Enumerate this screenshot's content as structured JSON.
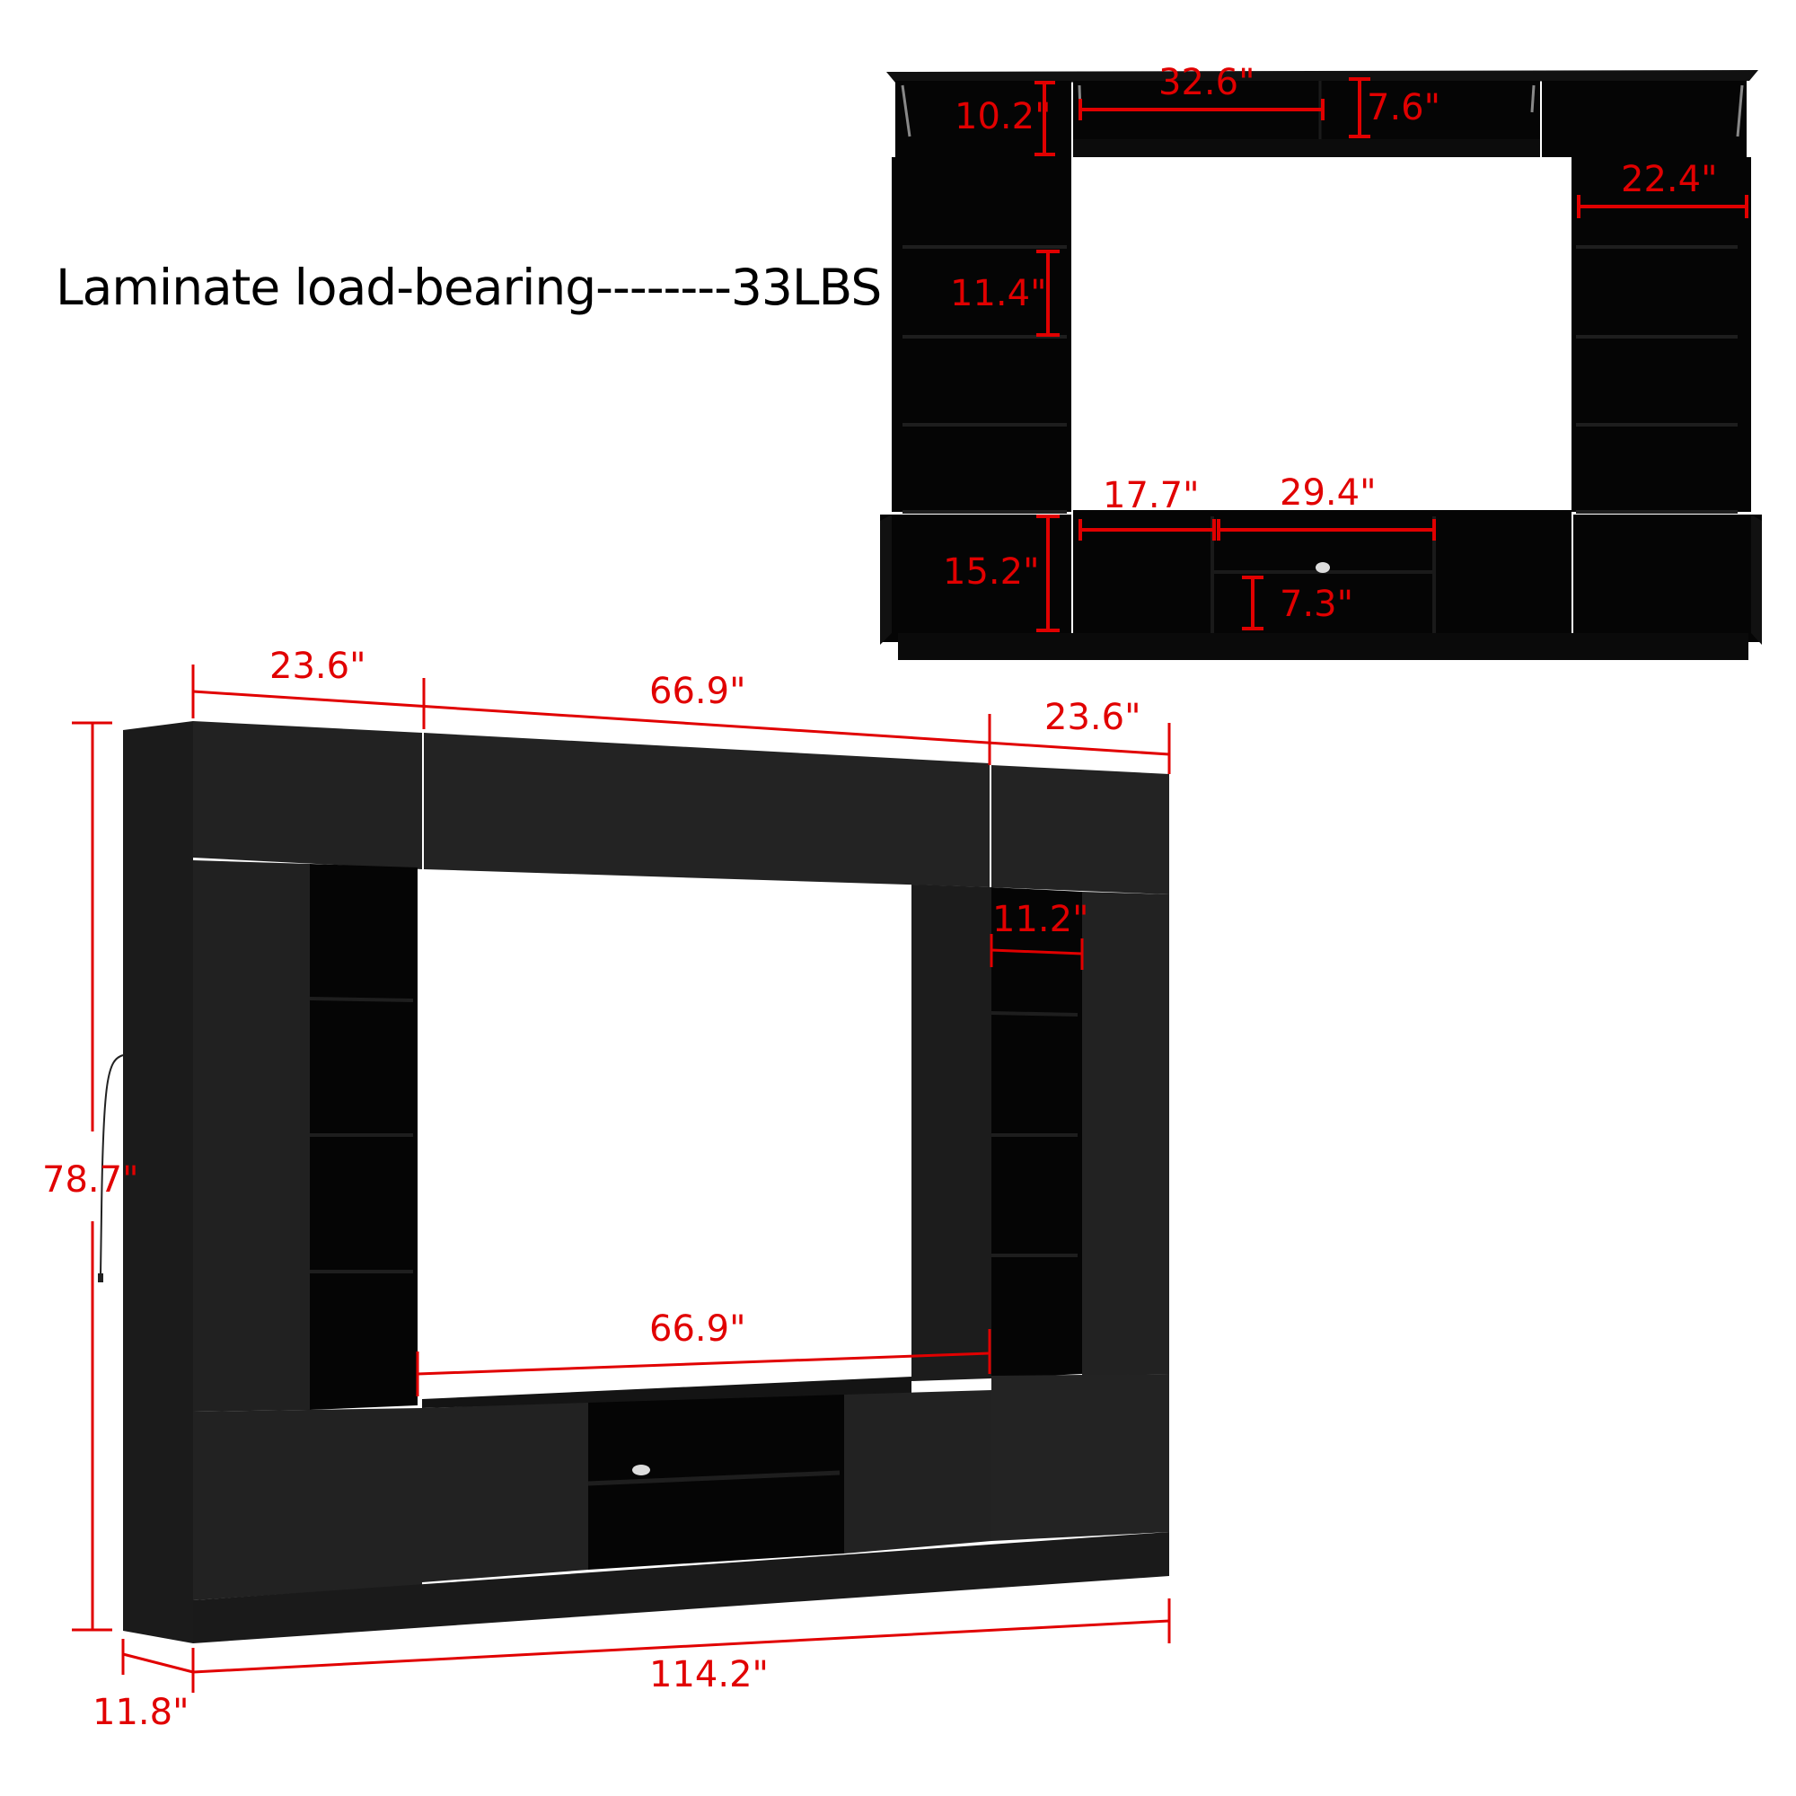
{
  "title": "Laminate load-bearing--------33LBS",
  "colors": {
    "dimension": "#e10000",
    "cabinet_front": "#222222",
    "cabinet_side": "#1a1a1a",
    "cabinet_interior": "#050505",
    "background": "#ffffff"
  },
  "interior_view": {
    "dimensions": {
      "top_cabinet_height": "10.2\"",
      "top_center_width": "32.6\"",
      "top_center_height": "7.6\"",
      "side_cabinet_width": "22.4\"",
      "shelf_height": "11.4\"",
      "bottom_cabinet_height": "15.2\"",
      "tv_drawer_width": "17.7\"",
      "tv_open_width": "29.4\"",
      "tv_open_shelf_height": "7.3\""
    }
  },
  "front_view": {
    "dimensions": {
      "left_tower_width": "23.6\"",
      "center_top_width": "66.9\"",
      "right_tower_width": "23.6\"",
      "shelf_column_width": "11.2\"",
      "tv_opening_width": "66.9\"",
      "total_height": "78.7\"",
      "total_width": "114.2\"",
      "depth": "11.8\""
    }
  }
}
